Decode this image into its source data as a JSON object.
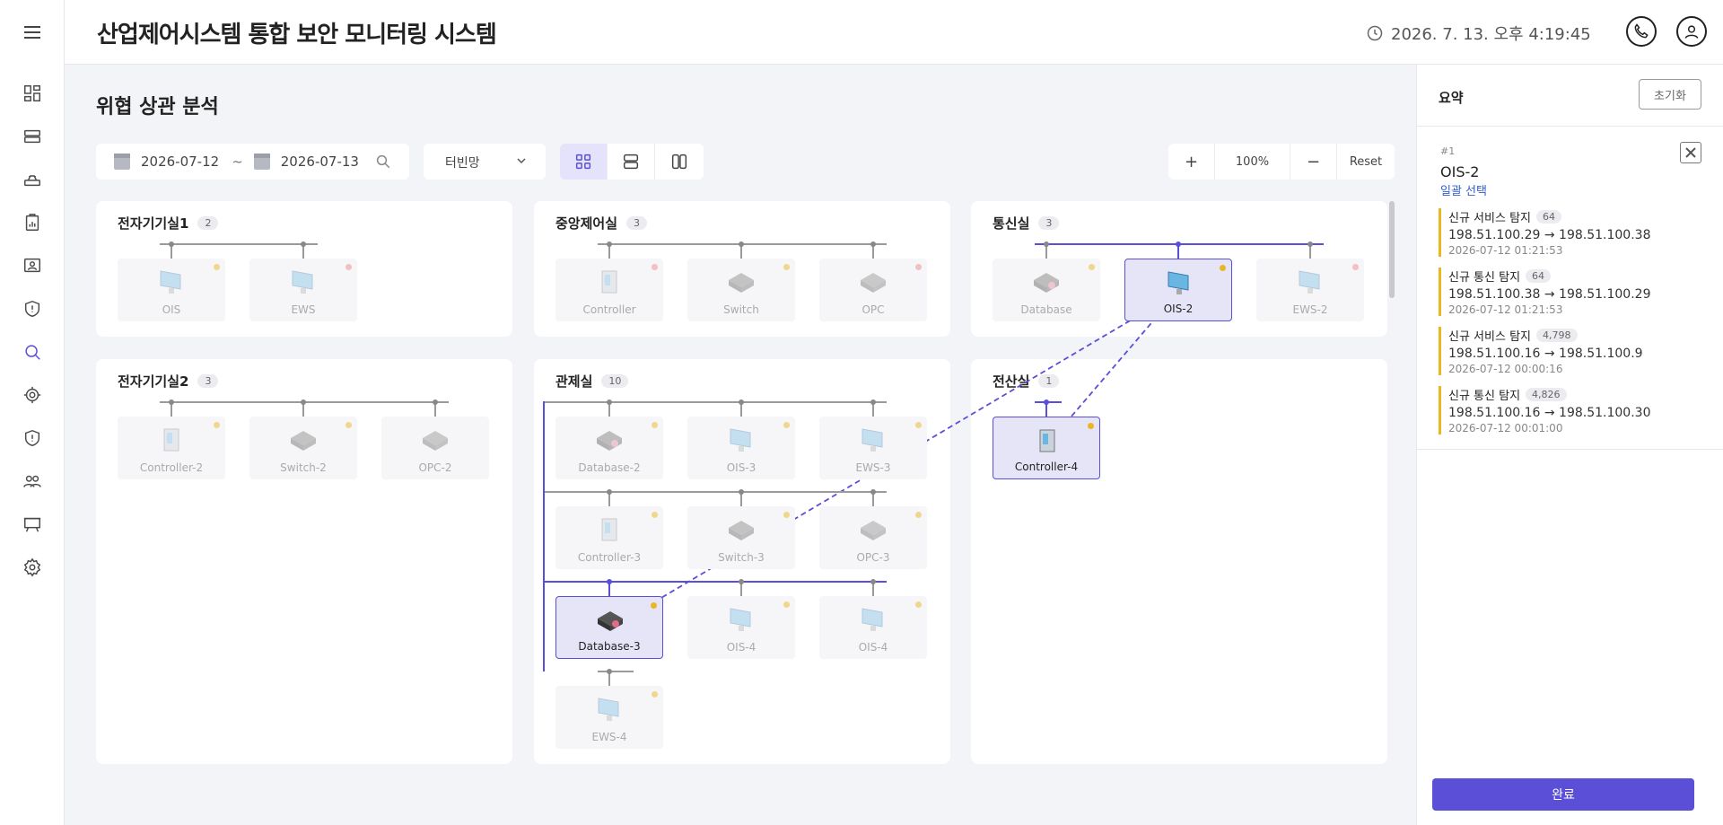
{
  "header": {
    "title": "산업제어시스템 통합 보안 모니터링 시스템",
    "datetime": "2026. 7. 13. 오후 4:19:45"
  },
  "page": {
    "title": "위협 상관 분석"
  },
  "filters": {
    "date_from": "2026-07-12",
    "date_sep": "~",
    "date_to": "2026-07-13",
    "network": "터빈망"
  },
  "zoom": {
    "plus": "+",
    "level": "100%",
    "minus": "−",
    "reset": "Reset"
  },
  "colors": {
    "accent": "#5a4fd6",
    "warning_dot": "#e9b722",
    "alert_dot": "#ec8a8a"
  },
  "zones": [
    {
      "name": "전자기기실1",
      "count": "2",
      "nodes": [
        {
          "label": "OIS",
          "status": "yellow"
        },
        {
          "label": "EWS",
          "status": "red"
        }
      ]
    },
    {
      "name": "중앙제어실",
      "count": "3",
      "nodes": [
        {
          "label": "Controller",
          "status": "red"
        },
        {
          "label": "Switch",
          "status": "yellow"
        },
        {
          "label": "OPC",
          "status": "red"
        }
      ]
    },
    {
      "name": "통신실",
      "count": "3",
      "nodes": [
        {
          "label": "Database",
          "status": "yellow"
        },
        {
          "label": "OIS-2",
          "status": "selected"
        },
        {
          "label": "EWS-2",
          "status": "red"
        }
      ]
    },
    {
      "name": "전자기기실2",
      "count": "3",
      "nodes": [
        {
          "label": "Controller-2",
          "status": "yellow"
        },
        {
          "label": "Switch-2",
          "status": "yellow"
        },
        {
          "label": "OPC-2",
          "status": "none"
        }
      ]
    },
    {
      "name": "관제실",
      "count": "10",
      "nodes": [
        {
          "label": "Database-2",
          "status": "yellow"
        },
        {
          "label": "OIS-3",
          "status": "yellow"
        },
        {
          "label": "EWS-3",
          "status": "yellow"
        },
        {
          "label": "Controller-3",
          "status": "yellow"
        },
        {
          "label": "Switch-3",
          "status": "yellow"
        },
        {
          "label": "OPC-3",
          "status": "yellow"
        },
        {
          "label": "Database-3",
          "status": "selected"
        },
        {
          "label": "OIS-4",
          "status": "yellow"
        },
        {
          "label": "OIS-4",
          "status": "yellow"
        },
        {
          "label": "EWS-4",
          "status": "yellow"
        }
      ]
    },
    {
      "name": "전산실",
      "count": "1",
      "nodes": [
        {
          "label": "Controller-4",
          "status": "selected"
        }
      ]
    }
  ],
  "panel": {
    "title": "요약",
    "reset_label": "초기화",
    "correlation": {
      "number": "#1",
      "name": "OIS-2",
      "select_all": "일괄 선택",
      "events": [
        {
          "title": "신규 서비스 탐지",
          "count": "64",
          "flow": "198.51.100.29 → 198.51.100.38",
          "time": "2026-07-12 01:21:53"
        },
        {
          "title": "신규 통신 탐지",
          "count": "64",
          "flow": "198.51.100.38 → 198.51.100.29",
          "time": "2026-07-12 01:21:53"
        },
        {
          "title": "신규 서비스 탐지",
          "count": "4,798",
          "flow": "198.51.100.16 → 198.51.100.9",
          "time": "2026-07-12 00:00:16"
        },
        {
          "title": "신규 통신 탐지",
          "count": "4,826",
          "flow": "198.51.100.16 → 198.51.100.30",
          "time": "2026-07-12 00:01:00"
        }
      ]
    },
    "done_label": "완료"
  },
  "sidebar": {
    "icons": [
      "menu-icon",
      "dashboard-icon",
      "server-icon",
      "router-icon",
      "report-icon",
      "monitor-user-icon",
      "shield-alert-icon",
      "search-icon",
      "gear-shield-icon",
      "shield-warning-icon",
      "users-icon",
      "presentation-icon",
      "settings-icon"
    ]
  }
}
